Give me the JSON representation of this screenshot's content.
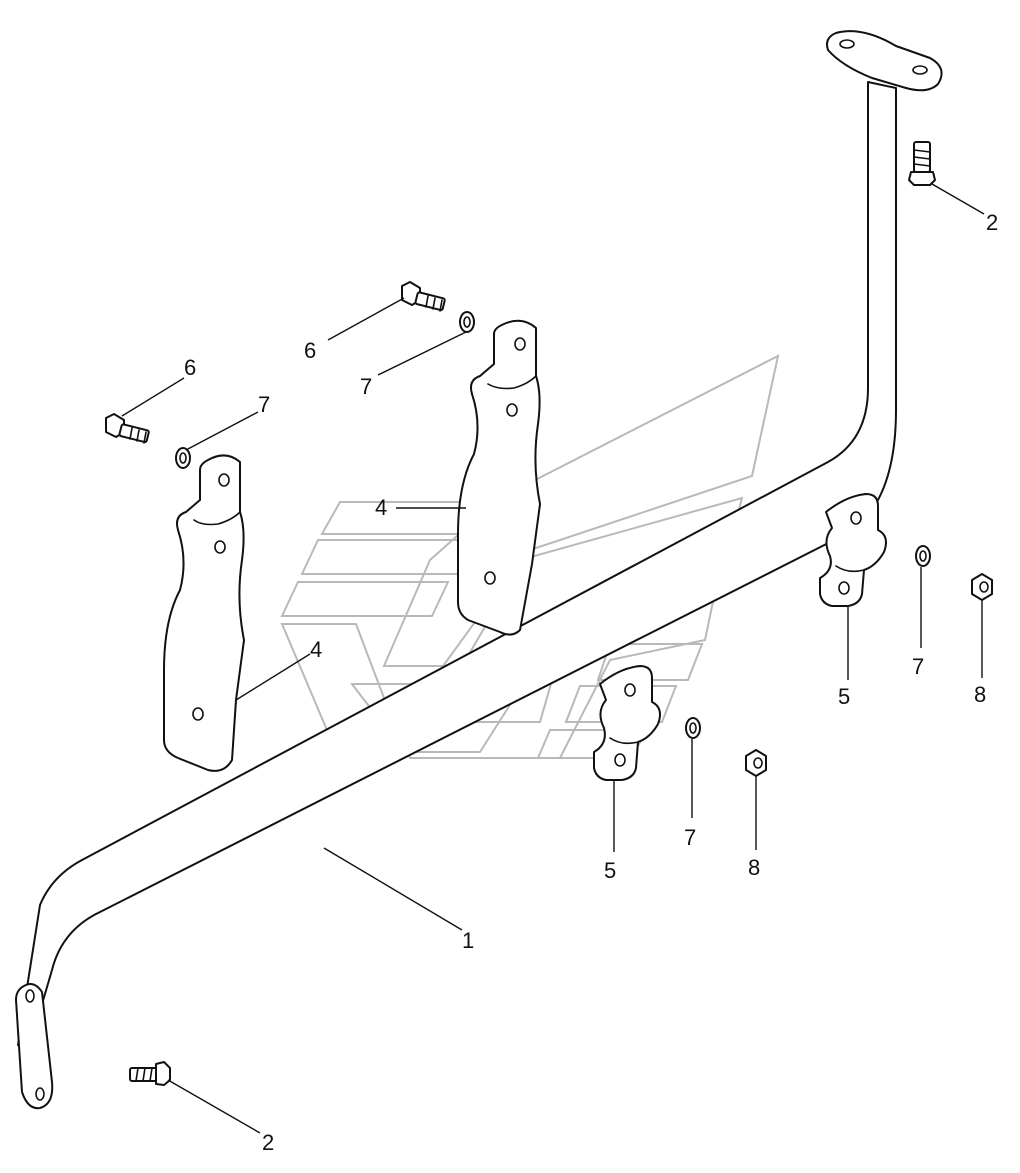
{
  "callouts": [
    {
      "id": "c1",
      "label": "1"
    },
    {
      "id": "c2a",
      "label": "2"
    },
    {
      "id": "c2b",
      "label": "2"
    },
    {
      "id": "c4a",
      "label": "4"
    },
    {
      "id": "c4b",
      "label": "4"
    },
    {
      "id": "c5a",
      "label": "5"
    },
    {
      "id": "c5b",
      "label": "5"
    },
    {
      "id": "c6a",
      "label": "6"
    },
    {
      "id": "c6b",
      "label": "6"
    },
    {
      "id": "c7a",
      "label": "7"
    },
    {
      "id": "c7b",
      "label": "7"
    },
    {
      "id": "c7c",
      "label": "7"
    },
    {
      "id": "c7d",
      "label": "7"
    },
    {
      "id": "c8a",
      "label": "8"
    },
    {
      "id": "c8b",
      "label": "8"
    }
  ],
  "colors": {
    "line": "#111111",
    "watermark": "#b9b9b9",
    "background": "#ffffff"
  }
}
